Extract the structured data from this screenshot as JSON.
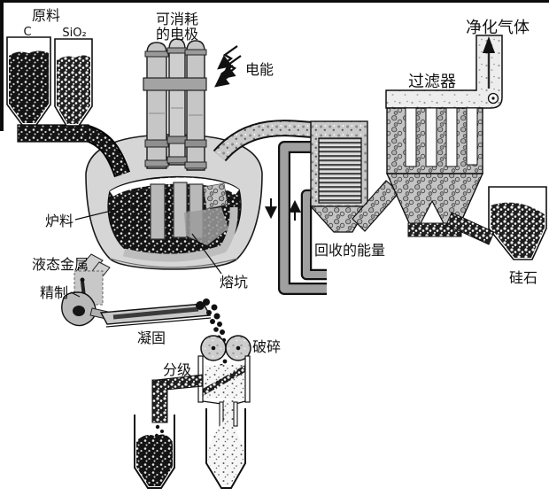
{
  "diagram": {
    "labels": {
      "raw_materials": "原料",
      "hopper_c": "C",
      "hopper_sio2": "SiO₂",
      "electrodes_line1": "可消耗",
      "electrodes_line2": "的电极",
      "electric_energy": "电能",
      "purified_gas": "净化气体",
      "filter": "过滤器",
      "furnace_charge": "炉料",
      "melt_pit": "熔坑",
      "recovered_energy": "回收的能量",
      "liquid_metal": "液态金属",
      "refining": "精制",
      "solidification": "凝固",
      "classification": "分级",
      "crushing": "破碎",
      "silica": "硅石"
    },
    "colors": {
      "ink": "#111111",
      "light_gray": "#c9c9c9",
      "mid_gray": "#9a9a9a",
      "dark_fill": "#141414",
      "background": "#ffffff"
    }
  }
}
